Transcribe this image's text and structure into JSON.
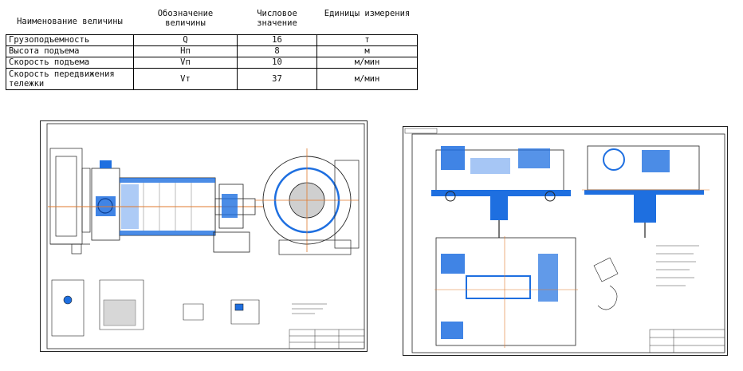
{
  "spec_table": {
    "headers": [
      "Наименование величины",
      "Обозначение величины",
      "Числовое значение",
      "Единицы измерения"
    ],
    "rows": [
      {
        "name": "Грузоподъемность",
        "symbol": "Q",
        "value": "16",
        "unit": "т"
      },
      {
        "name": "Высота подъема",
        "symbol": "Hп",
        "value": "8",
        "unit": "м"
      },
      {
        "name": "Скорость подъема",
        "symbol": "Vп",
        "value": "10",
        "unit": "м/мин"
      },
      {
        "name": "Скорость передвижения тележки",
        "symbol": "Vт",
        "value": "37",
        "unit": "м/мин"
      }
    ]
  },
  "colors": {
    "drawing_line": "#1a1a1a",
    "highlight": "#1e6fe0",
    "axis": "#e07a2e",
    "sheet_border": "#222222"
  }
}
